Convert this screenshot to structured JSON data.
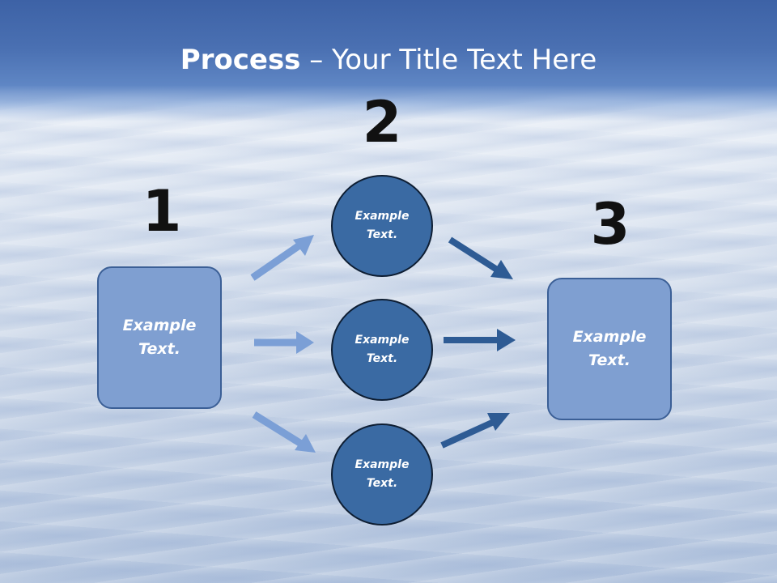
{
  "title": {
    "bold": "Process",
    "rest": " – Your Title Text Here"
  },
  "steps": [
    {
      "number": "1",
      "label_line1": "Example",
      "label_line2": "Text."
    },
    {
      "number": "2"
    },
    {
      "number": "3",
      "label_line1": "Example",
      "label_line2": "Text."
    }
  ],
  "circles": [
    {
      "label_line1": "Example",
      "label_line2": "Text."
    },
    {
      "label_line1": "Example",
      "label_line2": "Text."
    },
    {
      "label_line1": "Example",
      "label_line2": "Text."
    }
  ],
  "colors": {
    "title_band": "#4a70b2",
    "box_fill": "#7f9fd1",
    "circle_fill": "#3a6aa3",
    "arrow_light": "#7b9fd6",
    "arrow_dark": "#2e5b94"
  }
}
